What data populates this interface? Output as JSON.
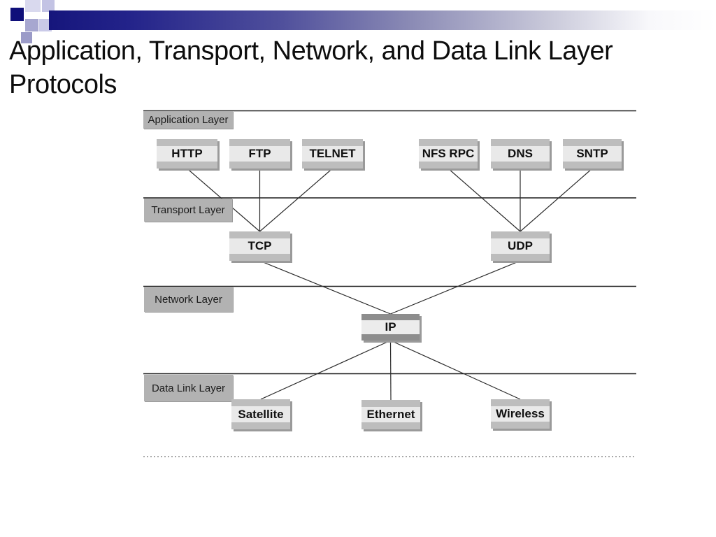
{
  "slide": {
    "title_line1": "Application, Transport, Network, and Data Link Layer",
    "title_line2": "Protocols"
  },
  "diagram": {
    "layer_labels": {
      "application": "Application Layer",
      "transport": "Transport Layer",
      "network": "Network Layer",
      "data_link": "Data Link Layer"
    },
    "nodes": {
      "http": "HTTP",
      "ftp": "FTP",
      "telnet": "TELNET",
      "nfs_rpc": "NFS RPC",
      "dns": "DNS",
      "sntp": "SNTP",
      "tcp": "TCP",
      "udp": "UDP",
      "ip": "IP",
      "satellite": "Satellite",
      "ethernet": "Ethernet",
      "wireless": "Wireless"
    },
    "connections": [
      {
        "from": "HTTP",
        "to": "TCP"
      },
      {
        "from": "FTP",
        "to": "TCP"
      },
      {
        "from": "TELNET",
        "to": "TCP"
      },
      {
        "from": "NFS RPC",
        "to": "UDP"
      },
      {
        "from": "DNS",
        "to": "UDP"
      },
      {
        "from": "SNTP",
        "to": "UDP"
      },
      {
        "from": "TCP",
        "to": "IP"
      },
      {
        "from": "UDP",
        "to": "IP"
      },
      {
        "from": "IP",
        "to": "Satellite"
      },
      {
        "from": "IP",
        "to": "Ethernet"
      },
      {
        "from": "IP",
        "to": "Wireless"
      }
    ]
  },
  "colors": {
    "accent_navy": "#16167c",
    "box_band_gray": "#bdbdbd",
    "box_fill": "#e9e9e9",
    "ip_band_gray": "#8d8d8d",
    "layer_label_gray": "#b2b2b2",
    "line_color": "#1c1c1c"
  }
}
